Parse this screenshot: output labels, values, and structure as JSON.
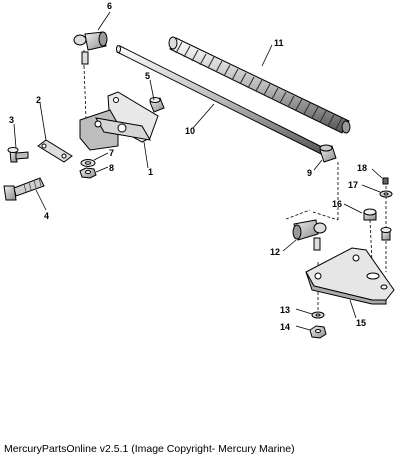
{
  "caption": "MercuryPartsOnline v2.5.1 (Image Copyright- Mercury Marine)",
  "callouts": {
    "c1": "1",
    "c2": "2",
    "c3": "3",
    "c4": "4",
    "c5": "5",
    "c6": "6",
    "c7": "7",
    "c8": "8",
    "c9": "9",
    "c10": "10",
    "c11": "11",
    "c12": "12",
    "c13": "13",
    "c14": "14",
    "c15": "15",
    "c16": "16",
    "c17": "17",
    "c18": "18"
  }
}
